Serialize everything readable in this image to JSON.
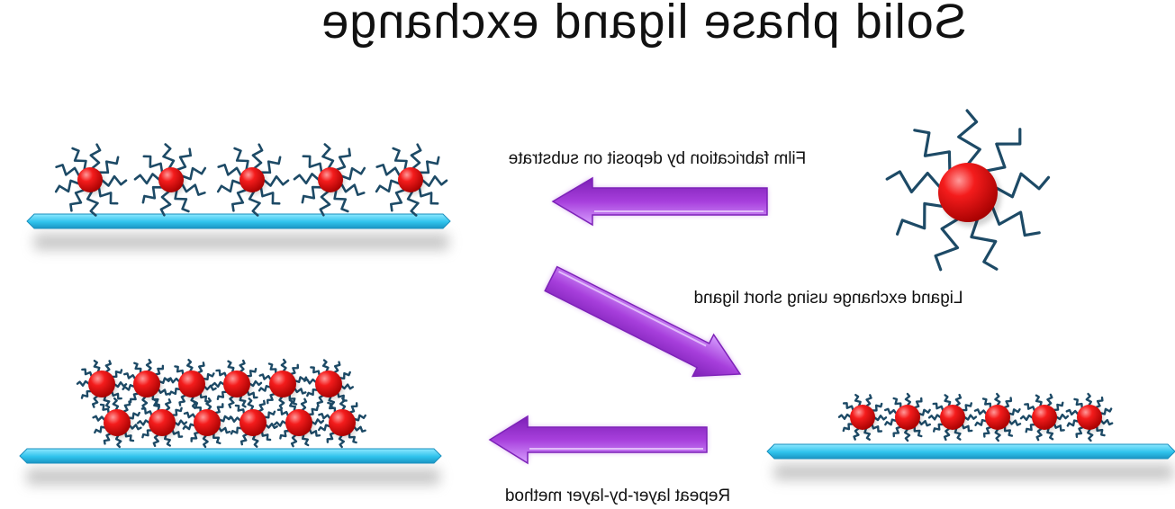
{
  "title": "Solid phase ligand exchange",
  "labels": {
    "step1": "Film fabrication by deposit on substrate",
    "step2": "Ligand exchange using short ligand",
    "step3": "Repeat layer-by-layer method"
  },
  "colors": {
    "nanoparticle": "#e01010",
    "ligand": "#1d4a66",
    "substrate": "#33c8ee",
    "arrow": "#a13fd6"
  },
  "icons": [
    "nanocrystal-icon",
    "substrate-icon",
    "arrow-icon"
  ]
}
